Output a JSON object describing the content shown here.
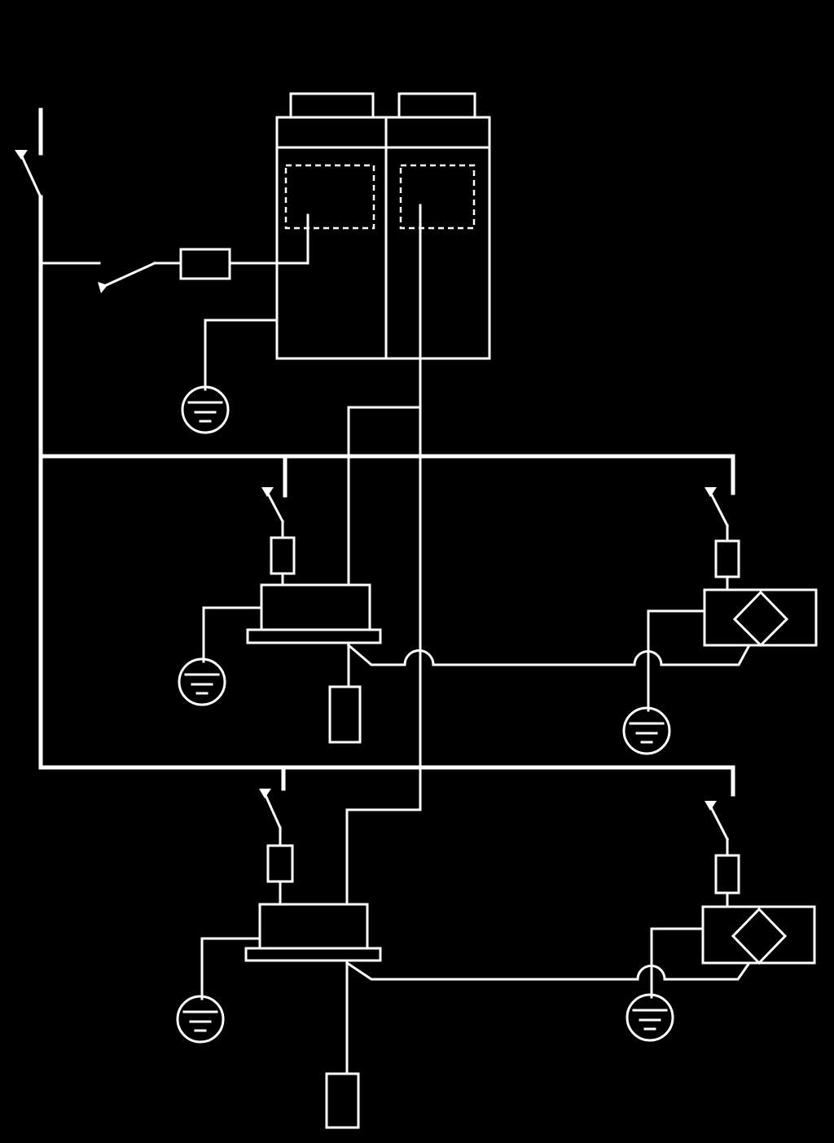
{
  "diagram": {
    "colors": {
      "background": "#000000",
      "line": "#ffffff"
    },
    "symbols": [
      "main-disconnect-switch",
      "fuse",
      "ground-symbol",
      "outdoor-unit",
      "control-board",
      "indoor-unit",
      "thermostat",
      "hvac-unit-with-damper-symbol",
      "line-crossover-hop"
    ],
    "labels": []
  }
}
